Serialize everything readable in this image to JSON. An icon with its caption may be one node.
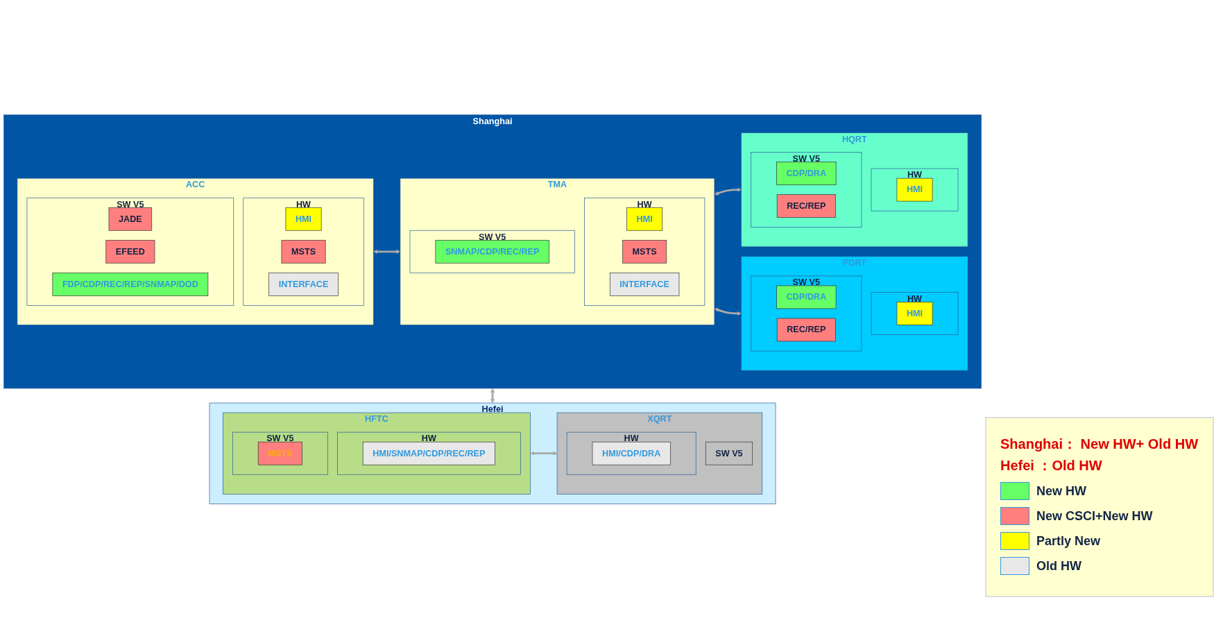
{
  "diagram": {
    "nodes": [
      {
        "text": [
          "Shanghai"
        ]
      },
      {
        "text": [
          "ACC"
        ],
        "in": 0
      },
      {
        "text": [
          "HW"
        ],
        "in": 1
      },
      {
        "text": [
          "HMI"
        ],
        "in": 2
      },
      {
        "text": [
          "MSTS"
        ],
        "in": 2
      },
      {
        "text": [
          "INTERFACE"
        ],
        "in": 2
      },
      {
        "text": [
          "SW V5"
        ],
        "in": 1
      },
      {
        "text": [
          "JADE"
        ],
        "in": 6
      },
      {
        "text": [
          "EFEED"
        ],
        "in": 6
      },
      {
        "text": [
          "FDP/CDP/REC/REP/SNMAP/DOD"
        ],
        "in": 6
      },
      {
        "text": [
          "TMA"
        ],
        "in": 0
      },
      {
        "text": [
          "HW"
        ],
        "in": 10
      },
      {
        "text": [
          "HMI"
        ],
        "in": 11
      },
      {
        "text": [
          "MSTS"
        ],
        "in": 11
      },
      {
        "text": [
          "INTERFACE"
        ],
        "in": 11
      },
      {
        "text": [
          "SW V5"
        ],
        "in": 10
      },
      {
        "text": [
          "SNMAP/CDP/REC/REP"
        ],
        "in": 15
      },
      {
        "text": [
          "HQRT"
        ],
        "in": 0
      },
      {
        "text": [
          "HW"
        ],
        "in": 17
      },
      {
        "text": [
          "HMI"
        ],
        "in": 18
      },
      {
        "text": [
          "SW V5"
        ],
        "in": 17
      },
      {
        "text": [
          "CDP/DRA"
        ],
        "in": 20
      },
      {
        "text": [
          "REC/REP"
        ],
        "in": 20
      },
      {
        "text": [
          "PDRT"
        ],
        "in": 0
      },
      {
        "text": [
          "HW"
        ],
        "in": 23
      },
      {
        "text": [
          "HMI"
        ],
        "in": 24
      },
      {
        "text": [
          "SW V5"
        ],
        "in": 23
      },
      {
        "text": [
          "CDP/DRA"
        ],
        "in": 26
      },
      {
        "text": [
          "REC/REP"
        ],
        "in": 26
      },
      {
        "text": [
          "Hefei"
        ]
      },
      {
        "text": [
          "HFTC"
        ],
        "in": 29
      },
      {
        "text": [
          "HW"
        ],
        "in": 30
      },
      {
        "text": [
          "HMI/SNMAP/CDP/REC/REP"
        ],
        "in": 31
      },
      {
        "text": [
          "SW V5"
        ],
        "in": 30
      },
      {
        "text": [
          "MSTS"
        ],
        "in": 33
      },
      {
        "text": [
          "XQRT"
        ],
        "in": 29
      },
      {
        "text": [
          "HW"
        ],
        "in": 35
      },
      {
        "text": [
          "HMI/CDP/DRA"
        ],
        "in": 36
      },
      {
        "text": [
          "SW V5"
        ],
        "in": 35
      }
    ],
    "edges": [
      {
        "from": 0,
        "to": 29,
        "arrow": "both"
      },
      {
        "from": 1,
        "to": 10,
        "arrow": "both"
      },
      {
        "from": 10,
        "to": 17,
        "arrow": "both"
      },
      {
        "from": 10,
        "to": 23,
        "arrow": "both"
      },
      {
        "from": 30,
        "to": 35,
        "arrow": "both"
      }
    ],
    "labels": [
      "Shanghai： New HW+ Old HW",
      "Hefei ：Old HW"
    ],
    "legend": [
      {
        "text": "New HW",
        "color": "#66ff66"
      },
      {
        "text": "New CSCI+New HW",
        "color": "#ff7f7f"
      },
      {
        "text": "Partly New",
        "color": "#ffff00"
      },
      {
        "text": "Old HW",
        "color": "#e8e8e8"
      }
    ]
  }
}
